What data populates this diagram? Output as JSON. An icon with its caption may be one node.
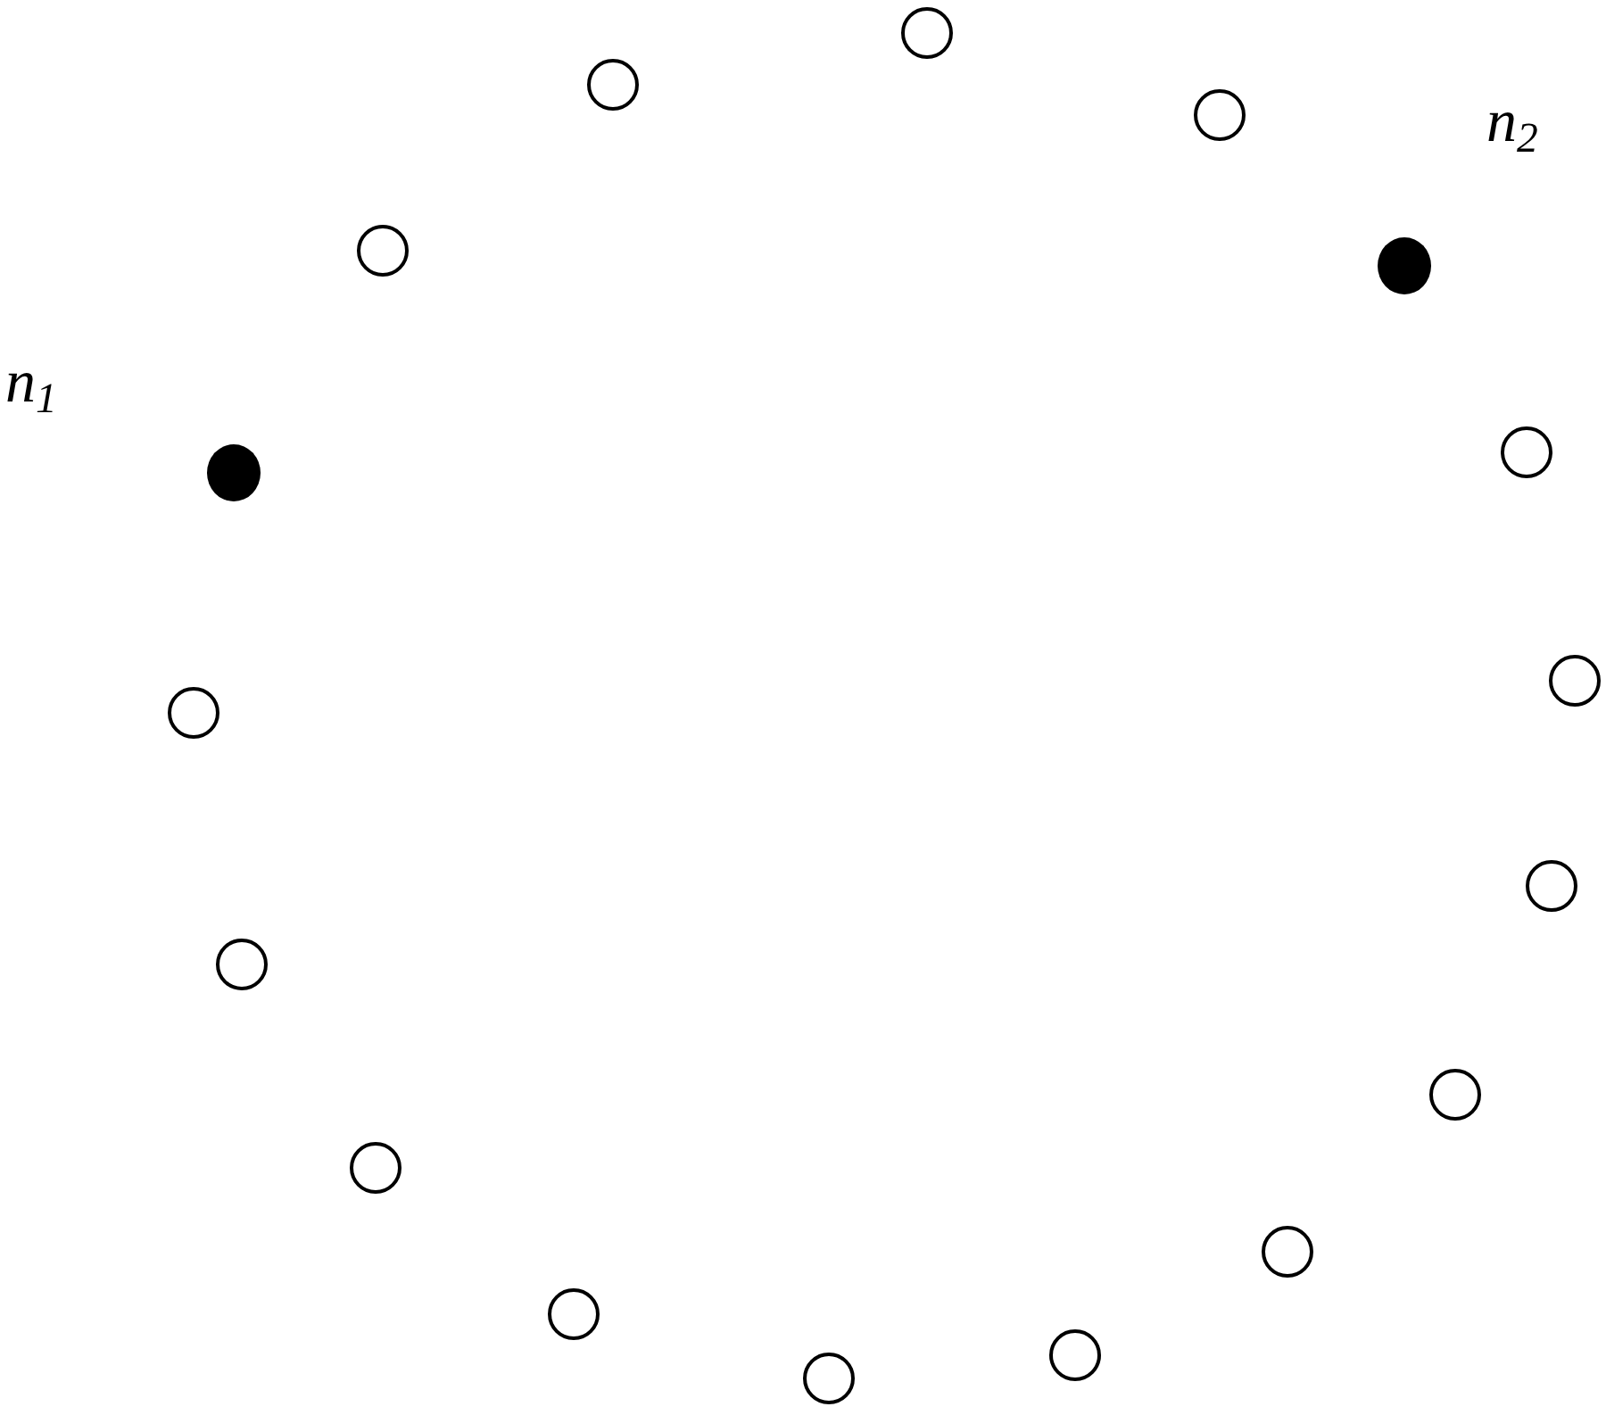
{
  "diagram": {
    "nodes": [
      {
        "text": [],
        "shape": "circle"
      },
      {
        "text": [],
        "shape": "circle"
      },
      {
        "text": [],
        "shape": "circle"
      },
      {
        "text": [],
        "shape": "circle"
      },
      {
        "text": [],
        "shape": "dot",
        "beside": [
          "n$_{2}$"
        ]
      },
      {
        "text": [],
        "shape": "circle"
      },
      {
        "text": [],
        "shape": "dot",
        "beside": [
          "n$_{1}$"
        ]
      },
      {
        "text": [],
        "shape": "circle"
      },
      {
        "text": [],
        "shape": "circle"
      },
      {
        "text": [],
        "shape": "circle"
      },
      {
        "text": [],
        "shape": "circle"
      },
      {
        "text": [],
        "shape": "circle"
      },
      {
        "text": [],
        "shape": "circle"
      },
      {
        "text": [],
        "shape": "circle"
      },
      {
        "text": [],
        "shape": "circle"
      },
      {
        "text": [],
        "shape": "circle"
      },
      {
        "text": [],
        "shape": "circle"
      }
    ],
    "edges": []
  }
}
